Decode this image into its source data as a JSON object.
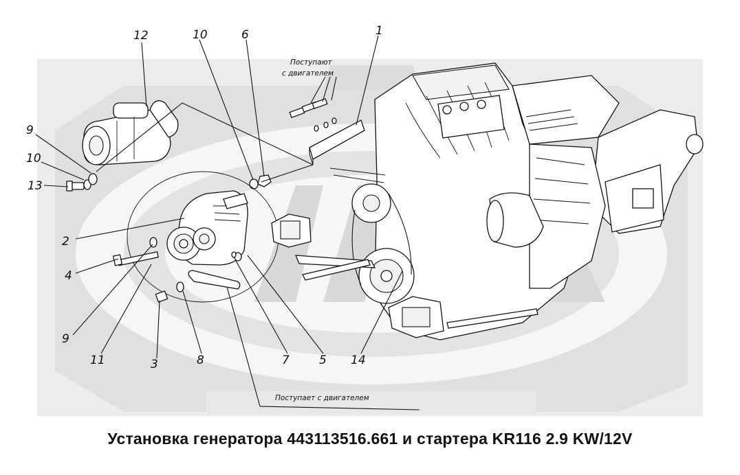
{
  "caption": "Установка генератора 443113516.661 и стартера KR116 2.9 KW/12V",
  "notes": {
    "from_engine_plural_line1": "Поступают",
    "from_engine_plural_line2": "с двигателем",
    "from_engine_single": "Поступает с двигателем"
  },
  "callouts": [
    {
      "id": "c12",
      "label": "12"
    },
    {
      "id": "c10a",
      "label": "10"
    },
    {
      "id": "c6",
      "label": "6"
    },
    {
      "id": "c1",
      "label": "1"
    },
    {
      "id": "c9a",
      "label": "9"
    },
    {
      "id": "c10b",
      "label": "10"
    },
    {
      "id": "c13",
      "label": "13"
    },
    {
      "id": "c2",
      "label": "2"
    },
    {
      "id": "c4",
      "label": "4"
    },
    {
      "id": "c9b",
      "label": "9"
    },
    {
      "id": "c11",
      "label": "11"
    },
    {
      "id": "c3",
      "label": "3"
    },
    {
      "id": "c8",
      "label": "8"
    },
    {
      "id": "c7",
      "label": "7"
    },
    {
      "id": "c5",
      "label": "5"
    },
    {
      "id": "c14",
      "label": "14"
    }
  ],
  "colors": {
    "watermark": "#e6e6e6",
    "ink": "#111111",
    "background": "#ffffff"
  }
}
